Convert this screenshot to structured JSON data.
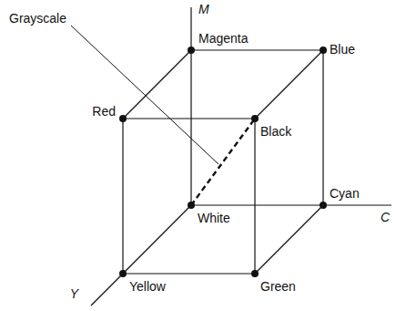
{
  "diagram": {
    "labels": [
      "Grayscale",
      "M",
      "Magenta",
      "Blue",
      "Red",
      "Black",
      "Cyan",
      "C",
      "White",
      "Y",
      "Yellow",
      "Green"
    ]
  }
}
